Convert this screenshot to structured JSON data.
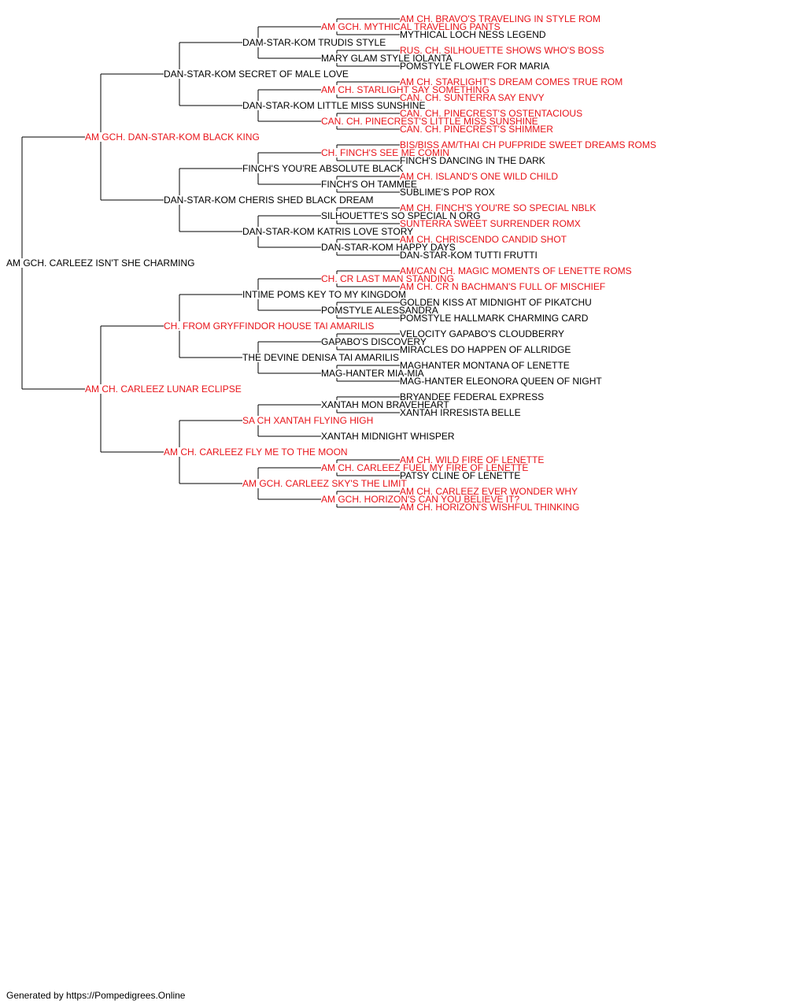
{
  "colors": {
    "champion": "#e8141a",
    "normal": "#000000",
    "line": "#000000"
  },
  "pedigree": {
    "name": "AM GCH. CARLEEZ ISN'T SHE CHARMING",
    "champion": false,
    "sire": {
      "name": "AM GCH. DAN-STAR-KOM BLACK KING",
      "champion": true,
      "sire": {
        "name": "DAN-STAR-KOM SECRET OF MALE LOVE",
        "champion": false,
        "sire": {
          "name": "DAM-STAR-KOM TRUDIS STYLE",
          "champion": false,
          "sire": {
            "name": "AM GCH. MYTHICAL TRAVELING PANTS",
            "champion": true,
            "sire": {
              "name": "AM CH. BRAVO'S TRAVELING IN STYLE ROM",
              "champion": true
            },
            "dam": {
              "name": "MYTHICAL LOCH NESS LEGEND",
              "champion": false
            }
          },
          "dam": {
            "name": "MARY GLAM STYLE IOLANTA",
            "champion": false,
            "sire": {
              "name": "RUS. CH. SILHOUETTE SHOWS WHO'S BOSS",
              "champion": true
            },
            "dam": {
              "name": "POMSTYLE FLOWER FOR MARIA",
              "champion": false
            }
          }
        },
        "dam": {
          "name": "DAN-STAR-KOM LITTLE MISS SUNSHINE",
          "champion": false,
          "sire": {
            "name": "AM CH. STARLIGHT SAY SOMETHING",
            "champion": true,
            "sire": {
              "name": "AM CH. STARLIGHT'S DREAM COMES TRUE ROM",
              "champion": true
            },
            "dam": {
              "name": "CAN. CH. SUNTERRA SAY ENVY",
              "champion": true
            }
          },
          "dam": {
            "name": "CAN. CH. PINECREST'S LITTLE MISS SUNSHINE",
            "champion": true,
            "sire": {
              "name": "CAN. CH. PINECREST'S OSTENTACIOUS",
              "champion": true
            },
            "dam": {
              "name": "CAN. CH. PINECREST'S SHIMMER",
              "champion": true
            }
          }
        }
      },
      "dam": {
        "name": "DAN-STAR-KOM CHERIS SHED BLACK DREAM",
        "champion": false,
        "sire": {
          "name": "FINCH'S YOU'RE ABSOLUTE BLACK",
          "champion": false,
          "sire": {
            "name": "CH. FINCH'S SEE ME COMIN",
            "champion": true,
            "sire": {
              "name": "BIS/BISS AM/THAI CH PUFPRIDE SWEET DREAMS ROMS",
              "champion": true
            },
            "dam": {
              "name": "FINCH'S DANCING IN THE DARK",
              "champion": false
            }
          },
          "dam": {
            "name": "FINCH'S OH TAMMEE",
            "champion": false,
            "sire": {
              "name": "AM CH. ISLAND'S ONE WILD CHILD",
              "champion": true
            },
            "dam": {
              "name": "SUBLIME'S POP ROX",
              "champion": false
            }
          }
        },
        "dam": {
          "name": "DAN-STAR-KOM KATRIS LOVE STORY",
          "champion": false,
          "sire": {
            "name": "SILHOUETTE'S SO SPECIAL N ORG",
            "champion": false,
            "sire": {
              "name": "AM CH. FINCH'S YOU'RE SO SPECIAL NBLK",
              "champion": true
            },
            "dam": {
              "name": "SUNTERRA SWEET SURRENDER ROMX",
              "champion": true
            }
          },
          "dam": {
            "name": "DAN-STAR-KOM HAPPY DAYS",
            "champion": false,
            "sire": {
              "name": "AM CH. CHRISCENDO CANDID SHOT",
              "champion": true
            },
            "dam": {
              "name": "DAN-STAR-KOM TUTTI FRUTTI",
              "champion": false
            }
          }
        }
      }
    },
    "dam": {
      "name": "AM CH. CARLEEZ LUNAR ECLIPSE",
      "champion": true,
      "sire": {
        "name": "CH. FROM GRYFFINDOR HOUSE TAI AMARILIS",
        "champion": true,
        "sire": {
          "name": "INTIME POMS KEY TO MY KINGDOM",
          "champion": false,
          "sire": {
            "name": "CH. CR LAST MAN STANDING",
            "champion": true,
            "sire": {
              "name": "AM/CAN CH. MAGIC MOMENTS OF LENETTE ROMS",
              "champion": true
            },
            "dam": {
              "name": "AM CH. CR N BACHMAN'S FULL OF MISCHIEF",
              "champion": true
            }
          },
          "dam": {
            "name": "POMSTYLE ALESSANDRA",
            "champion": false,
            "sire": {
              "name": "GOLDEN KISS AT MIDNIGHT OF PIKATCHU",
              "champion": false
            },
            "dam": {
              "name": "POMSTYLE HALLMARK CHARMING CARD",
              "champion": false
            }
          }
        },
        "dam": {
          "name": "THE DEVINE DENISA TAI AMARILIS",
          "champion": false,
          "sire": {
            "name": "GAPABO'S DISCOVERY",
            "champion": false,
            "sire": {
              "name": "VELOCITY GAPABO'S CLOUDBERRY",
              "champion": false
            },
            "dam": {
              "name": "MIRACLES DO HAPPEN OF ALLRIDGE",
              "champion": false
            }
          },
          "dam": {
            "name": "MAG-HANTER MIA-MIA",
            "champion": false,
            "sire": {
              "name": "MAGHANTER MONTANA OF LENETTE",
              "champion": false
            },
            "dam": {
              "name": "MAG-HANTER ELEONORA QUEEN OF NIGHT",
              "champion": false
            }
          }
        }
      },
      "dam": {
        "name": "AM CH. CARLEEZ FLY ME TO THE MOON",
        "champion": true,
        "sire": {
          "name": "SA CH XANTAH FLYING HIGH",
          "champion": true,
          "sire": {
            "name": "XANTAH MON BRAVEHEART",
            "champion": false,
            "sire": {
              "name": "BRYANDEE FEDERAL EXPRESS",
              "champion": false
            },
            "dam": {
              "name": "XANTAH IRRESISTA BELLE",
              "champion": false
            }
          },
          "dam": {
            "name": "XANTAH MIDNIGHT WHISPER",
            "champion": false
          }
        },
        "dam": {
          "name": "AM GCH. CARLEEZ SKY'S THE LIMIT",
          "champion": true,
          "sire": {
            "name": "AM CH. CARLEEZ FUEL MY FIRE OF LENETTE",
            "champion": true,
            "sire": {
              "name": "AM CH. WILD FIRE OF LENETTE",
              "champion": true
            },
            "dam": {
              "name": "PATSY CLINE OF LENETTE",
              "champion": false
            }
          },
          "dam": {
            "name": "AM GCH. HORIZON'S CAN YOU BELIEVE IT?",
            "champion": true,
            "sire": {
              "name": "AM CH. CARLEEZ EVER WONDER WHY",
              "champion": true
            },
            "dam": {
              "name": "AM CH. HORIZON'S WISHFUL THINKING",
              "champion": true
            }
          }
        }
      }
    }
  },
  "footer": {
    "text": "Generated by https://Pompedigrees.Online"
  }
}
